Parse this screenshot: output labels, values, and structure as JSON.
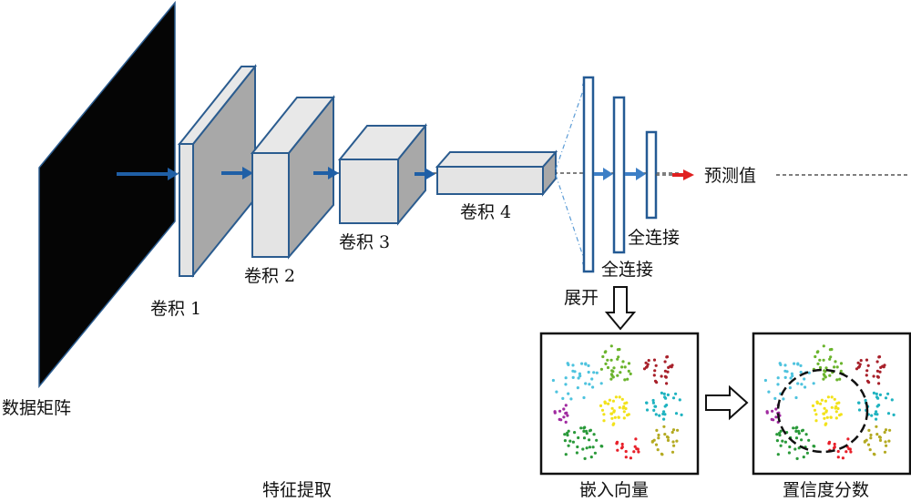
{
  "labels": {
    "data_matrix": "数据矩阵",
    "conv1": "卷积 1",
    "conv2": "卷积 2",
    "conv3": "卷积 3",
    "conv4": "卷积 4",
    "flatten": "展开",
    "fc1": "全连接",
    "fc2": "全连接",
    "prediction": "预测值",
    "feature_extraction": "特征提取",
    "embedding": "嵌入向量",
    "confidence": "置信度分数"
  },
  "colors": {
    "layer_border": "#2b5c8f",
    "flow_arrow": "#1f5fa6",
    "fc_arrow": "#3d7fc6",
    "prediction_arrow": "#e02020",
    "data_matrix_fill": "#050505",
    "clusters": {
      "green_top": "#6ab42c",
      "dark_red": "#a8202a",
      "light_blue": "#4ec3de",
      "teal": "#1fb3c0",
      "purple": "#a02aa0",
      "yellow": "#f2e21a",
      "green_bottom": "#2a9a3a",
      "red": "#e8202a",
      "olive": "#b4aa22"
    }
  },
  "clusters": [
    {
      "name": "green_top",
      "color": "#6ab42c",
      "count": 30
    },
    {
      "name": "dark_red",
      "color": "#a8202a",
      "count": 26
    },
    {
      "name": "light_blue",
      "color": "#4ec3de",
      "count": 30
    },
    {
      "name": "teal",
      "color": "#1fb3c0",
      "count": 26
    },
    {
      "name": "purple",
      "color": "#a02aa0",
      "count": 12
    },
    {
      "name": "yellow",
      "color": "#f2e21a",
      "count": 34
    },
    {
      "name": "green_bottom",
      "color": "#2a9a3a",
      "count": 34
    },
    {
      "name": "red",
      "color": "#e8202a",
      "count": 16
    },
    {
      "name": "olive",
      "color": "#b4aa22",
      "count": 22
    }
  ],
  "highlighted_cluster": "yellow"
}
